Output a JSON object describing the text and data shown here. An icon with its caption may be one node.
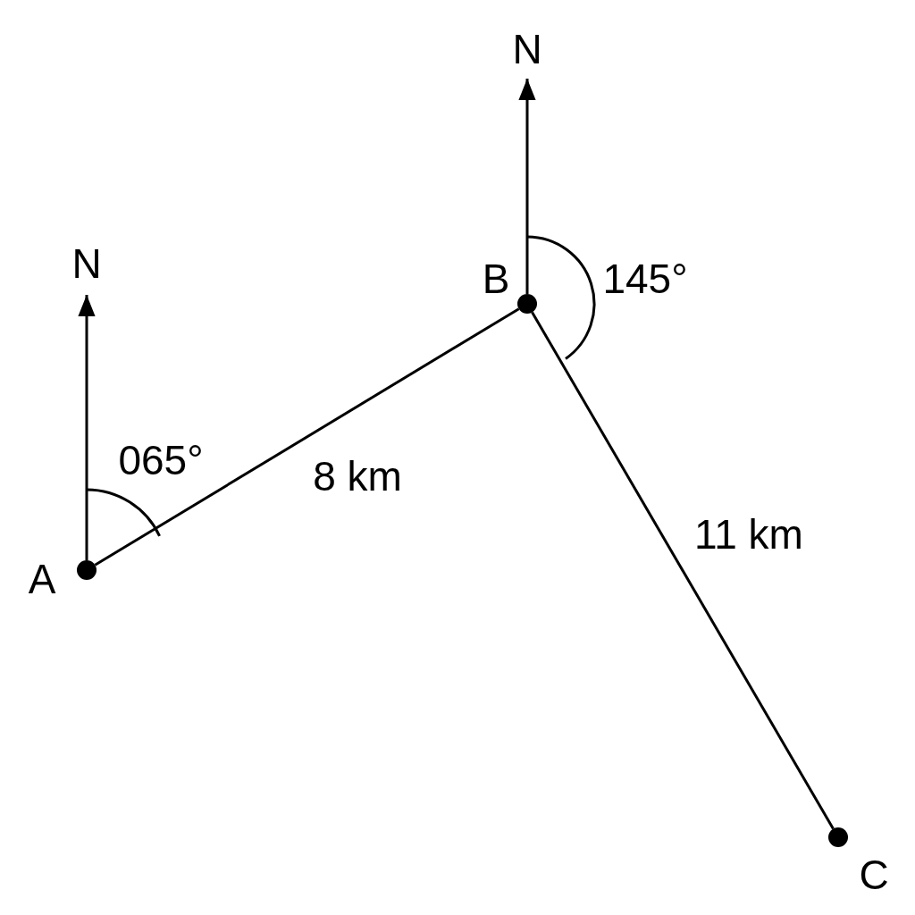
{
  "diagram": {
    "nodes": [
      {
        "text": [
          "A"
        ]
      },
      {
        "text": [
          "B"
        ]
      },
      {
        "text": [
          "C"
        ]
      }
    ],
    "edges": [
      {
        "from": 0,
        "to": 1,
        "arrow": "none",
        "label": "8 km"
      },
      {
        "from": 1,
        "to": 2,
        "arrow": "none",
        "label": "11 km"
      }
    ],
    "labels": [
      "N",
      "N",
      "145°",
      "065°"
    ]
  }
}
